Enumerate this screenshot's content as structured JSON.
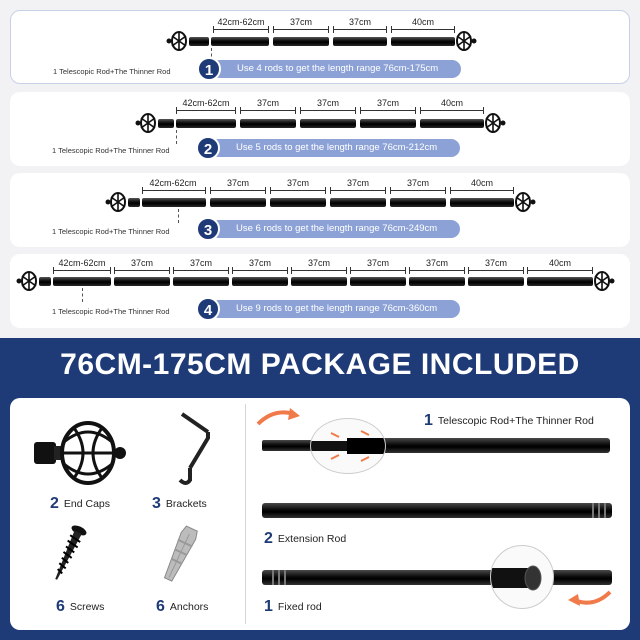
{
  "configs": [
    {
      "number": "1",
      "text": "Use 4 rods to get the length range 76cm-175cm",
      "note": "1 Telescopic Rod+The Thinner Rod",
      "segments": [
        "42cm-62cm",
        "37cm",
        "37cm",
        "40cm"
      ]
    },
    {
      "number": "2",
      "text": "Use 5 rods to get the length range 76cm-212cm",
      "note": "1 Telescopic Rod+The Thinner Rod",
      "segments": [
        "42cm-62cm",
        "37cm",
        "37cm",
        "37cm",
        "40cm"
      ]
    },
    {
      "number": "3",
      "text": "Use 6 rods to get the length range 76cm-249cm",
      "note": "1 Telescopic Rod+The Thinner Rod",
      "segments": [
        "42cm-62cm",
        "37cm",
        "37cm",
        "37cm",
        "37cm",
        "40cm"
      ]
    },
    {
      "number": "4",
      "text": "Use 9 rods to get the length range 76cm-360cm",
      "note": "1 Telescopic Rod+The Thinner Rod",
      "segments": [
        "42cm-62cm",
        "37cm",
        "37cm",
        "37cm",
        "37cm",
        "37cm",
        "37cm",
        "37cm",
        "40cm"
      ]
    }
  ],
  "package": {
    "title": "76CM-175CM PACKAGE INCLUDED",
    "items": [
      {
        "qty": "2",
        "label": "End Caps"
      },
      {
        "qty": "3",
        "label": "Brackets"
      },
      {
        "qty": "6",
        "label": "Screws"
      },
      {
        "qty": "6",
        "label": "Anchors"
      },
      {
        "qty": "1",
        "label": "Telescopic Rod+The Thinner Rod"
      },
      {
        "qty": "2",
        "label": "Extension Rod"
      },
      {
        "qty": "1",
        "label": "Fixed rod"
      }
    ]
  },
  "colors": {
    "navy": "#1f3b77",
    "pill": "#8ca2d6",
    "accent_arrow": "#f07a4a"
  }
}
